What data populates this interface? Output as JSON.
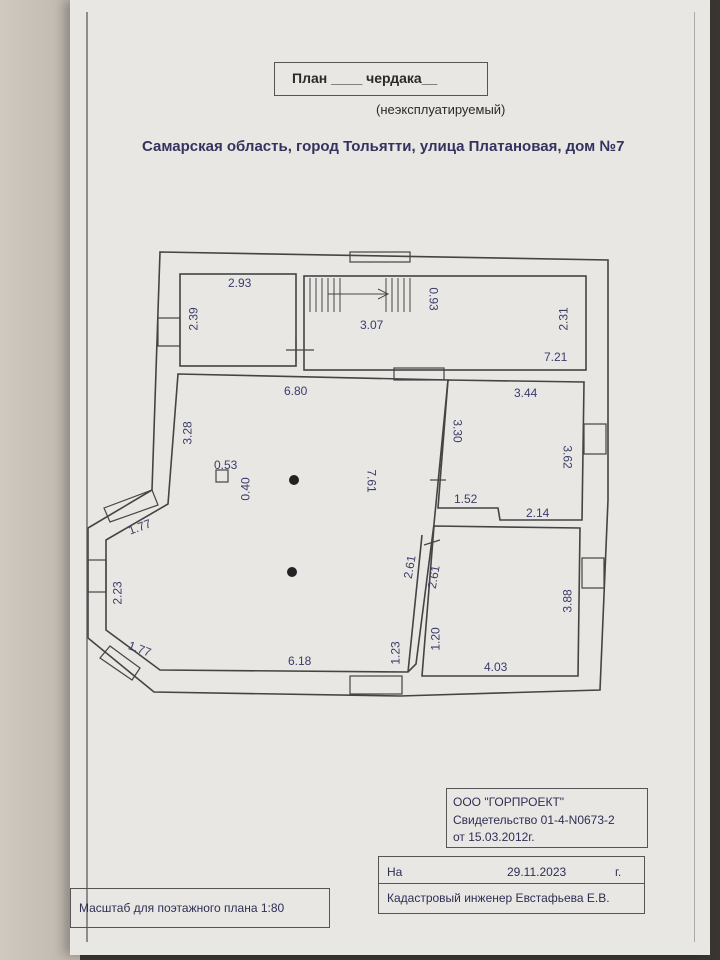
{
  "title": "План ____ чердака__",
  "subtitle": "(неэксплуатируемый)",
  "address": "Самарская область, город Тольятти, улица Платановая, дом №7",
  "dimensions": {
    "d293": "2.93",
    "d239": "2.39",
    "d307": "3.07",
    "d093": "0.93",
    "d231": "2.31",
    "d721": "7.21",
    "d680": "6.80",
    "d344": "3.44",
    "d328": "3.28",
    "d330": "3.30",
    "d362": "3.62",
    "d053": "0.53",
    "d040": "0.40",
    "d761": "7.61",
    "d152": "1.52",
    "d214": "2.14",
    "d177a": "1.77",
    "d261a": "2.61",
    "d261b": "2.61",
    "d223": "2.23",
    "d388": "3.88",
    "d177b": "1.77",
    "d123": "1.23",
    "d120": "1.20",
    "d618": "6.18",
    "d403": "4.03"
  },
  "company": {
    "name": "ООО \"ГОРПРОЕКТ\"",
    "certificate": "Свидетельство 01-4-N0673-2",
    "cert_date": "от 15.03.2012г."
  },
  "signature": {
    "on_label": "На",
    "date": "29.11.2023",
    "year_suffix": "г.",
    "engineer": "Кадастровый инженер Евстафьева Е.В."
  },
  "scale": "Масштаб для поэтажного плана 1:80"
}
